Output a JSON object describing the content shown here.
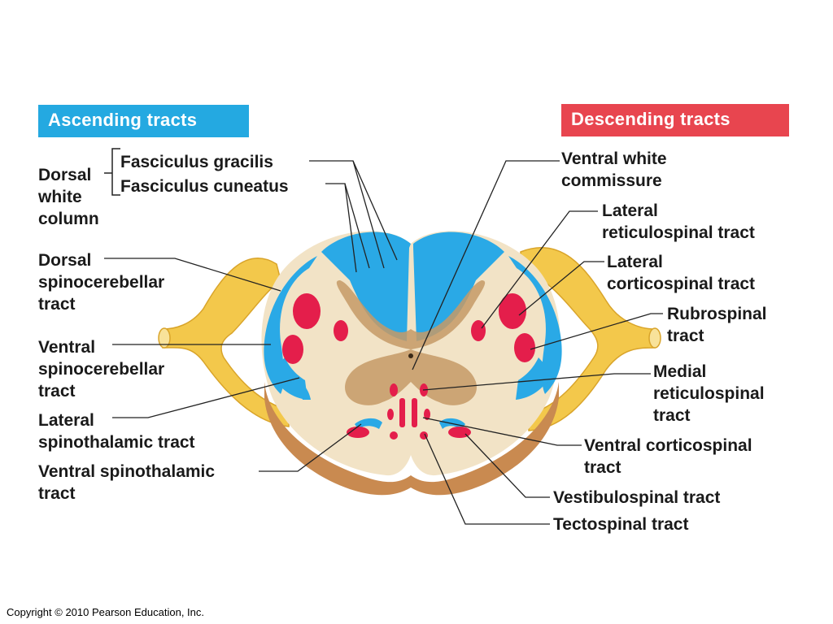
{
  "legend": {
    "ascending": "Ascending tracts",
    "descending": "Descending tracts",
    "ascending_color": "#24a9e1",
    "descending_color": "#e8454f"
  },
  "labels_left": {
    "dorsal_white_column": "Dorsal\nwhite\ncolumn",
    "fasciculus_gracilis": "Fasciculus gracilis",
    "fasciculus_cuneatus": "Fasciculus cuneatus",
    "dorsal_spinocerebellar": "Dorsal\nspinocerebellar\ntract",
    "ventral_spinocerebellar": "Ventral\nspinocerebellar\ntract",
    "lateral_spinothalamic": "Lateral\nspinothalamic tract",
    "ventral_spinothalamic": "Ventral spinothalamic\ntract"
  },
  "labels_right": {
    "ventral_white_commissure": "Ventral white\ncommissure",
    "lateral_reticulospinal": "Lateral\nreticulospinal tract",
    "lateral_corticospinal": "Lateral\ncorticospinal tract",
    "rubrospinal": "Rubrospinal\ntract",
    "medial_reticulospinal": "Medial\nreticulospinal\ntract",
    "ventral_corticospinal": "Ventral corticospinal\ntract",
    "vestibulospinal": "Vestibulospinal tract",
    "tectospinal": "Tectospinal tract"
  },
  "copyright": "Copyright © 2010 Pearson Education, Inc."
}
